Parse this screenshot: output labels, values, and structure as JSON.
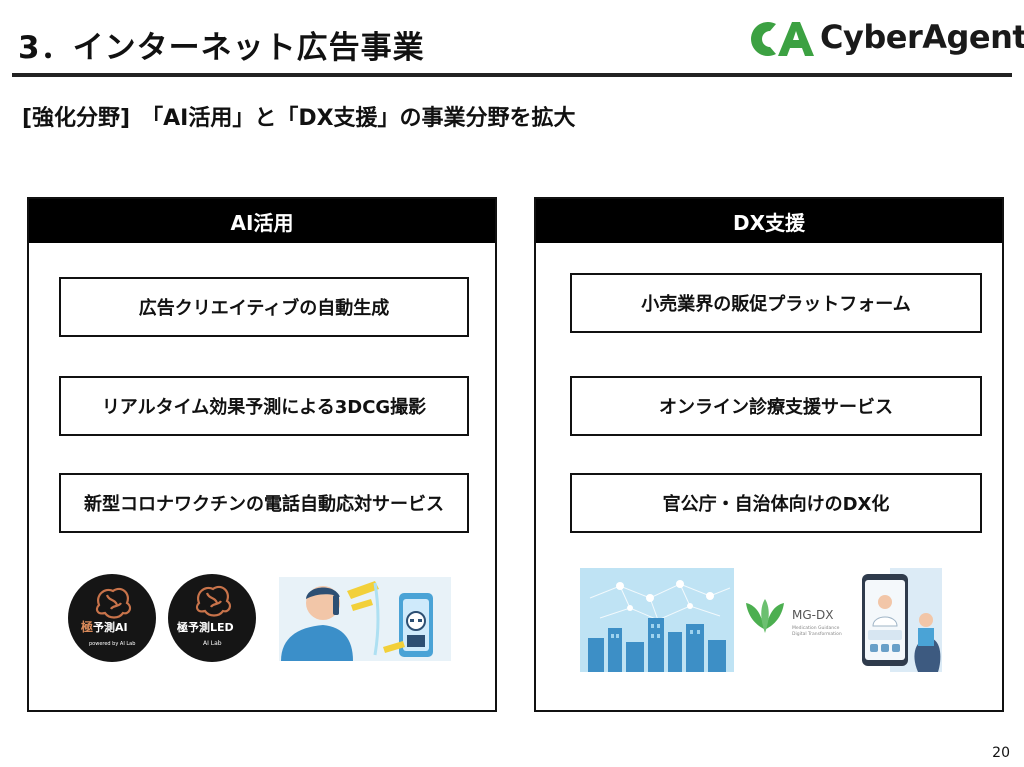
{
  "header": {
    "title": "3．インターネット広告事業",
    "logo_text": "CyberAgent",
    "logo_reg": "®"
  },
  "subtitle": "[強化分野]　「AI活用」と「DX支援」の事業分野を拡大",
  "panels": {
    "left": {
      "heading": "AI活用",
      "items": [
        "広告クリエイティブの自動生成",
        "リアルタイム効果予測による3DCG撮影",
        "新型コロナワクチンの電話自動応対サービス"
      ],
      "badges": [
        {
          "line1": "極",
          "line2": "予測AI",
          "footer": "powered by AI Lab"
        },
        {
          "line1": "極予測LED",
          "footer": "AI Lab"
        }
      ]
    },
    "right": {
      "heading": "DX支援",
      "items": [
        "小売業界の販促プラットフォーム",
        "オンライン診療支援サービス",
        "官公庁・自治体向けのDX化"
      ],
      "mgdx": {
        "name": "MG-DX",
        "tagline1": "Medication Guidance",
        "tagline2": "Digital Transformation"
      }
    }
  },
  "colors": {
    "logo_green": "#3ca142",
    "panel_head_bg": "#000000"
  },
  "footer": {
    "page_number": "20"
  }
}
